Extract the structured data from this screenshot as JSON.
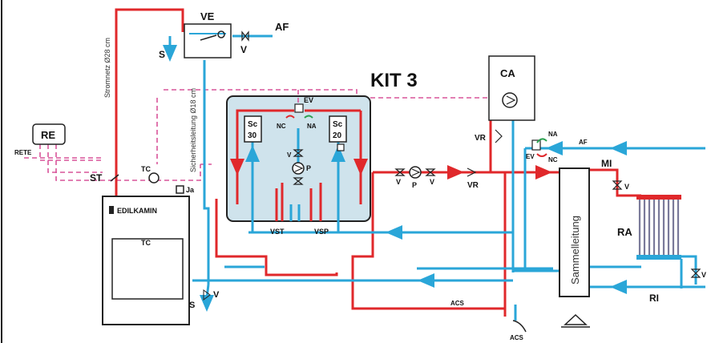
{
  "labels": {
    "kit_title": "KIT 3",
    "ve": "VE",
    "af_top": "AF",
    "s_top": "S",
    "v_top": "V",
    "stromnetz": "Stromnetz Ø28 cm",
    "sicherheitsleitung": "Sicherheitsleitung Ø18 cm",
    "re": "RE",
    "rete": "RETE",
    "st": "ST",
    "tc_sensor": "TC",
    "ja": "Ja",
    "boiler_brand": "EDILKAMIN",
    "boiler_tc": "TC",
    "v_bottom": "V",
    "s_bottom": "S",
    "ev_kit": "EV",
    "nc_kit": "NC",
    "na_kit": "NA",
    "sc30_a": "Sc",
    "sc30_b": "30",
    "sc20_a": "Sc",
    "sc20_b": "20",
    "v_kit": "V",
    "p_kit": "P",
    "vst": "VST",
    "vsp": "VSP",
    "ca": "CA",
    "vr_top": "VR",
    "v_left": "V",
    "p_mid": "P",
    "v_right": "V",
    "vr_mid": "VR",
    "na_right": "NA",
    "ev_right": "EV",
    "nc_right": "NC",
    "af_right": "AF",
    "sammelleitung": "Sammelleitung",
    "mi": "MI",
    "v_mi": "V",
    "ra": "RA",
    "v_ri": "V",
    "ri": "RI",
    "acs_mid": "ACS",
    "acs_bottom": "ACS"
  },
  "colors": {
    "hot": "#e0282b",
    "cold": "#2aa6d8",
    "signal": "#d9559a",
    "kit_fill": "#cfe3ec"
  }
}
